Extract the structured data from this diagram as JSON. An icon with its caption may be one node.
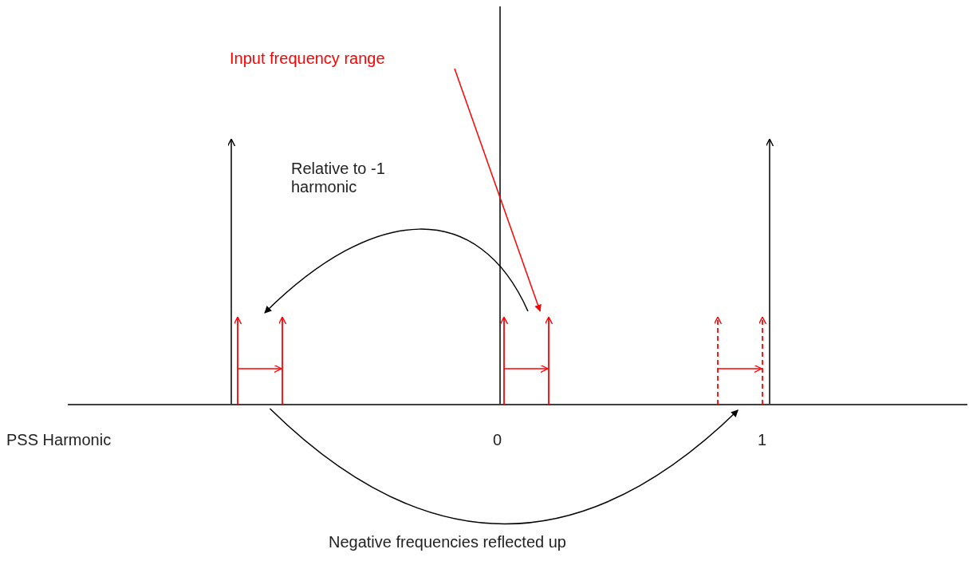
{
  "diagram": {
    "nodes": [
      {
        "text": [
          "Input frequency range"
        ]
      },
      {
        "text": [],
        "shape": "picture"
      },
      {
        "text": [],
        "shape": "picture"
      },
      {
        "text": [],
        "shape": "picture"
      }
    ],
    "edges": [
      {
        "from": 0,
        "to": 2,
        "arrow": "to",
        "color": "#ff0000"
      },
      {
        "from": 2,
        "to": 1,
        "arrow": "to",
        "label": "Relative to -1 harmonic"
      },
      {
        "from": 1,
        "to": 3,
        "arrow": "to",
        "label": "Negative frequencies reflected up"
      }
    ],
    "labels": [
      "PSS Harmonic",
      "0",
      "1"
    ]
  }
}
